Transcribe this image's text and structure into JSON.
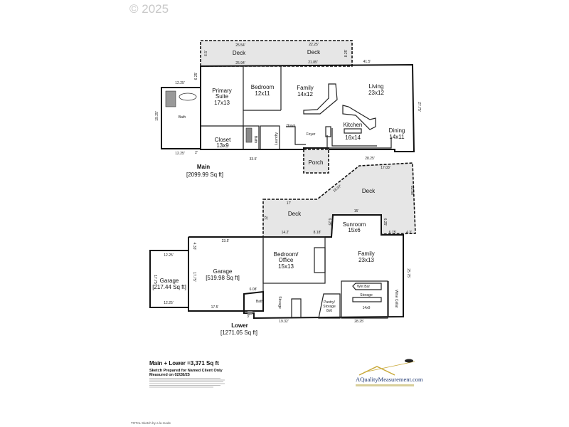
{
  "copyright": "© 2025",
  "main": {
    "label": "Main",
    "area": "[2099.99 Sq ft]",
    "rooms": {
      "deck1": "Deck",
      "deck2": "Deck",
      "primary_suite": [
        "Primary",
        "Suite",
        "17x13"
      ],
      "bedroom": [
        "Bedroom",
        "12x11"
      ],
      "family": [
        "Family",
        "14x12"
      ],
      "living": [
        "Living",
        "23x12"
      ],
      "kitchen": [
        "Kitchen",
        "16x14"
      ],
      "dining": [
        "Dining",
        "14x11"
      ],
      "closet": [
        "Closet",
        "13x9"
      ],
      "bath": "Bath",
      "bath2": "Bath",
      "laundry": "Laundry",
      "foyer": "Foyer",
      "porch": "Porch",
      "down": "Down"
    },
    "dimensions": {
      "d1": "25.54'",
      "d2": "22.25'",
      "d3": "25.94'",
      "d4": "21.85'",
      "d5": "41.5'",
      "d6": "12.25'",
      "d7": "12.25'",
      "d8": "19.25'",
      "d9": "6.25'",
      "d10": "33.5'",
      "d11": "28.25'",
      "d12": "27.75'",
      "d13": "6.5'",
      "d14": "8.25'",
      "d15": "2'"
    }
  },
  "lower": {
    "label": "Lower",
    "area": "[1271.05 Sq ft]",
    "rooms": {
      "deck1": "Deck",
      "deck2": "Deck",
      "sunroom": [
        "Sunroom",
        "15x6"
      ],
      "bedroom_office": [
        "Bedroom/",
        "Office",
        "15x13"
      ],
      "family": [
        "Family",
        "23x13"
      ],
      "garage_small": [
        "Garage",
        "[217.44 Sq ft]"
      ],
      "garage_large": [
        "Garage",
        "[519.98 Sq ft]"
      ],
      "bath": "Bath",
      "storage_v": "Storage",
      "pantry": [
        "Pantry/",
        "Storage",
        "8x6"
      ],
      "storage": [
        "Storage",
        "14x9"
      ],
      "wet_bar": "Wet Bar",
      "wine_cellar": "Wine Cellar"
    },
    "dimensions": {
      "d1": "17.03'",
      "d2": "16.97'",
      "d3": "22.58'",
      "d4": "17'",
      "d5": "15'",
      "d6": "14.2'",
      "d7": "8.18'",
      "d8": "6.25'",
      "d9": "6.25'",
      "d10": "6.75'",
      "d11": "4.3'",
      "d12": "12'",
      "d13": "23.5'",
      "d14": "4.33'",
      "d15": "17.75'",
      "d16": "12.25'",
      "d17": "12.25'",
      "d18": "17.75'",
      "d19": "17.5'",
      "d20": "6.08'",
      "d21": "19.32'",
      "d22": "28.25'",
      "d23": "25.75'",
      "d24": "3'"
    }
  },
  "summary": {
    "total": "Main + Lower =3,371 Sq ft",
    "prepared": "Sketch Prepared for Named Client Only",
    "measured": "Measured on 02/28/25"
  },
  "logo": "AQualityMeasurement.com",
  "footer": "TOTAL Sketch by a la mode"
}
